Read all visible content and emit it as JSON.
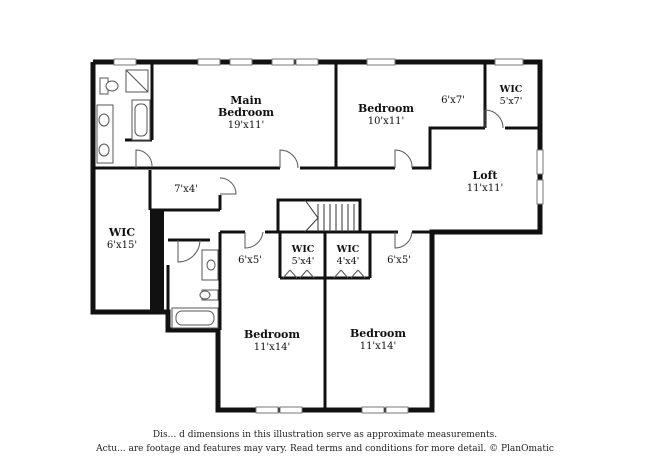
{
  "rooms": {
    "main_bedroom": {
      "name": "Main Bedroom",
      "name_line1": "Main",
      "name_line2": "Bedroom",
      "dims": "19'x11'"
    },
    "bedroom_top": {
      "name": "Bedroom",
      "dims": "10'x11'"
    },
    "closet_6x7": {
      "dims": "6'x7'"
    },
    "wic_top": {
      "name": "WIC",
      "dims": "5'x7'"
    },
    "loft": {
      "name": "Loft",
      "dims": "11'x11'"
    },
    "hall_closet": {
      "dims": "7'x4'"
    },
    "wic_left": {
      "name": "WIC",
      "dims": "6'x15'"
    },
    "bath_left": {
      "dims": "6'x5'"
    },
    "wic_mid_left": {
      "name": "WIC",
      "dims": "5'x4'"
    },
    "wic_mid_right": {
      "name": "WIC",
      "dims": "4'x4'"
    },
    "bath_right": {
      "dims": "6'x5'"
    },
    "bedroom_bottom_left": {
      "name": "Bedroom",
      "dims": "11'x14'"
    },
    "bedroom_bottom_right": {
      "name": "Bedroom",
      "dims": "11'x14'"
    }
  },
  "disclaimer": {
    "line1": "Dis... d dimensions in this illustration serve as approximate measurements.",
    "line2": "Actu... are footage and features may vary. Read terms and conditions for more detail. © PlanOmatic"
  }
}
